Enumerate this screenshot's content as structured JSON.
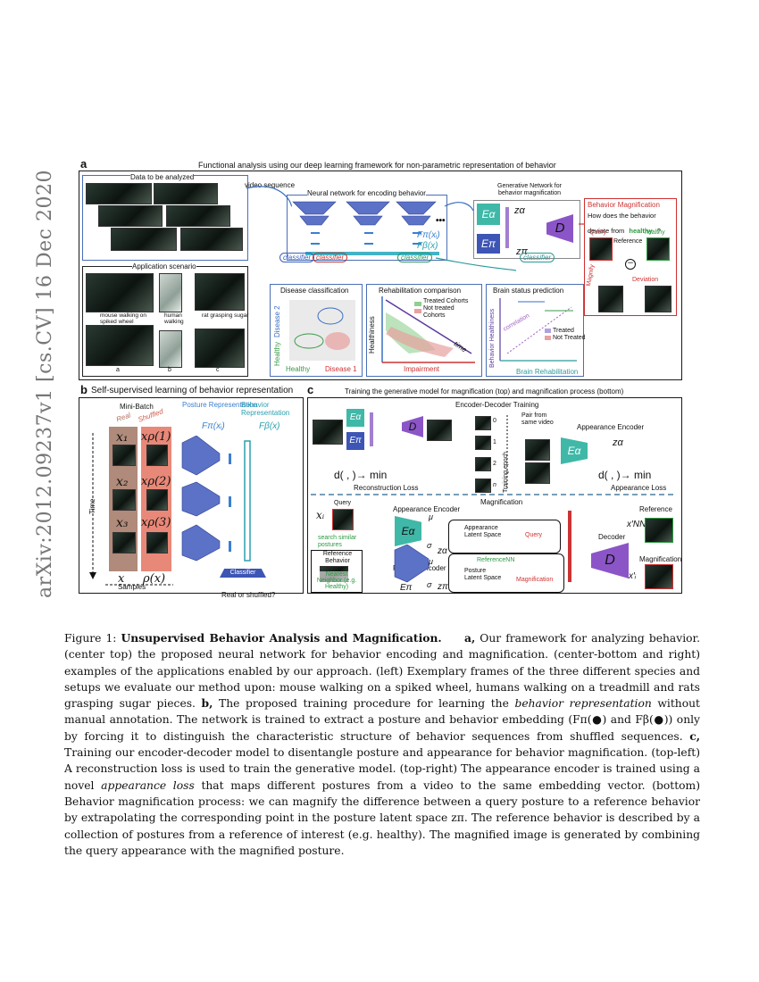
{
  "arxiv_stamp": "arXiv:2012.09237v1  [cs.CV]  16 Dec 2020",
  "panel_a": {
    "letter": "a",
    "title": "Functional analysis using our deep learning framework for non-parametric representation of behavior",
    "data_label": "Data to be analyzed",
    "video_sequence": "video sequence",
    "app_scenario": "Application scenario",
    "mouse_caption": "mouse walking on spiked wheel",
    "human_caption": "human walking",
    "rat_caption": "rat grasping sugar",
    "sub_a": "a",
    "sub_b": "b",
    "sub_c": "c",
    "nn_title": "Neural network for encoding behavior",
    "f_pi": "Fπ(xᵢ)",
    "f_beta": "Fβ(x)",
    "gen_title": "Generative Network for behavior magnification",
    "e_alpha": "Eα",
    "e_pi": "Eπ",
    "decoder": "D",
    "z_alpha": "zα",
    "z_pi": "zπ",
    "classifier": "classifier",
    "disease_title": "Disease classification",
    "disease2": "Disease 2",
    "disease1": "Disease 1",
    "healthy": "Healthy",
    "rehab_title": "Rehabilitation comparison",
    "treated_cohorts": "Treated Cohorts",
    "not_treated_cohorts": "Not treated Cohorts",
    "healthiness": "Healthiness",
    "impairment": "Impairment",
    "time": "time",
    "brain_title": "Brain status prediction",
    "behavior_healthiness": "Behavior Healthiness",
    "correlation": "correlation",
    "treated": "Treated",
    "not_treated": "Not Treated",
    "brain_rehab": "Brain Rehabilitation",
    "bm_title": "Behavior Magnification",
    "bm_question_1": "How does the behavior",
    "bm_question_2": "deviate from",
    "bm_healthy": "healthy",
    "bm_q": "?",
    "query": "Query",
    "reference": "Reference",
    "healthy_small": "healthy",
    "magnify": "Magnify",
    "deviation": "Deviation"
  },
  "panel_b": {
    "letter": "b",
    "title": "Self-supervised learning of behavior representation",
    "minibatch": "Mini-Batch",
    "real": "Real",
    "shuffled": "Shuffled",
    "x1": "x₁",
    "x2": "x₂",
    "x3": "x₃",
    "xr1": "xρ(1)",
    "xr2": "xρ(2)",
    "xr3": "xρ(3)",
    "x": "x",
    "rho_x": "ρ(x)",
    "time": "Time",
    "samples": "Samples",
    "posture_rep": "Posture Representation",
    "behavior_rep": "Behavior Representation",
    "fpi": "Fπ(xᵢ)",
    "fbeta": "Fβ(x)",
    "classifier": "Classifier",
    "real_or_shuffled": "Real or shuffled?"
  },
  "panel_c": {
    "letter": "c",
    "title": "Training the generative model for magnification (top) and magnification process (bottom)",
    "ed_training": "Encoder-Decoder Training",
    "reconstruction_loss": "Reconstruction Loss",
    "d_min": "d(          ,          )→ min",
    "training_epoch": "Training epoch",
    "pair_from_same_video": "Pair from same video",
    "appearance_encoder": "Appearance Encoder",
    "appearance_loss": "Appearance Loss",
    "magnification": "Magnification",
    "query": "Query",
    "xi": "xᵢ",
    "search_similar": "search similar postures",
    "reference_behavior": "Reference Behavior",
    "nearest_neighbor": "Nearest Neighbor (e.g. Healthy)",
    "appearance_latent": "Appearance Latent Space",
    "posture_encoder": "Posture Encoder",
    "posture_latent": "Posture Latent Space",
    "reference_nn": "ReferenceNN",
    "decoder": "Decoder",
    "reference": "Reference",
    "xnn": "x′NN",
    "xi_prime": "x′ᵢ",
    "e_alpha": "Eα",
    "e_pi": "Eπ",
    "d": "D",
    "z_alpha": "zα",
    "z_pi": "zπ",
    "mu": "μ",
    "sigma": "σ",
    "epoch_0": "0",
    "epoch_1": "1",
    "epoch_2": "2",
    "epoch_n": "n"
  },
  "caption": {
    "figure_no": "Figure 1:",
    "bold_title": "Unsupervised Behavior Analysis and Magnification.",
    "part_a_label": "a,",
    "part_a": "Our framework for analyzing behavior. (center top) the proposed neural network for behavior encoding and magnification. (center-bottom and right) examples of the applications enabled by our approach. (left) Exemplary frames of the three different species and setups we evaluate our method upon: mouse walking on a spiked wheel, humans walking on a treadmill and rats grasping sugar pieces.",
    "part_b_label": "b,",
    "part_b_1": "The proposed training procedure for learning the",
    "part_b_em": "behavior representation",
    "part_b_2": "without manual annotation. The network is trained to extract a posture and behavior embedding (Fπ(●) and Fβ(●)) only by forcing it to distinguish the characteristic structure of behavior sequences from shuffled sequences.",
    "part_c_label": "c,",
    "part_c_1": "Training our encoder-decoder model to disentangle posture and appearance for behavior magnification. (top-left) A reconstruction loss is used to train the generative model. (top-right) The appearance encoder is trained using a novel",
    "part_c_em": "appearance loss",
    "part_c_2": "that maps different postures from a video to the same embedding vector. (bottom) Behavior magnification process: we can magnify the difference between a query posture to a reference behavior by extrapolating the corresponding point in the posture latent space zπ. The reference behavior is described by a collection of postures from a reference of interest (e.g. healthy). The magnified image is generated by combining the query appearance with the magnified posture."
  }
}
